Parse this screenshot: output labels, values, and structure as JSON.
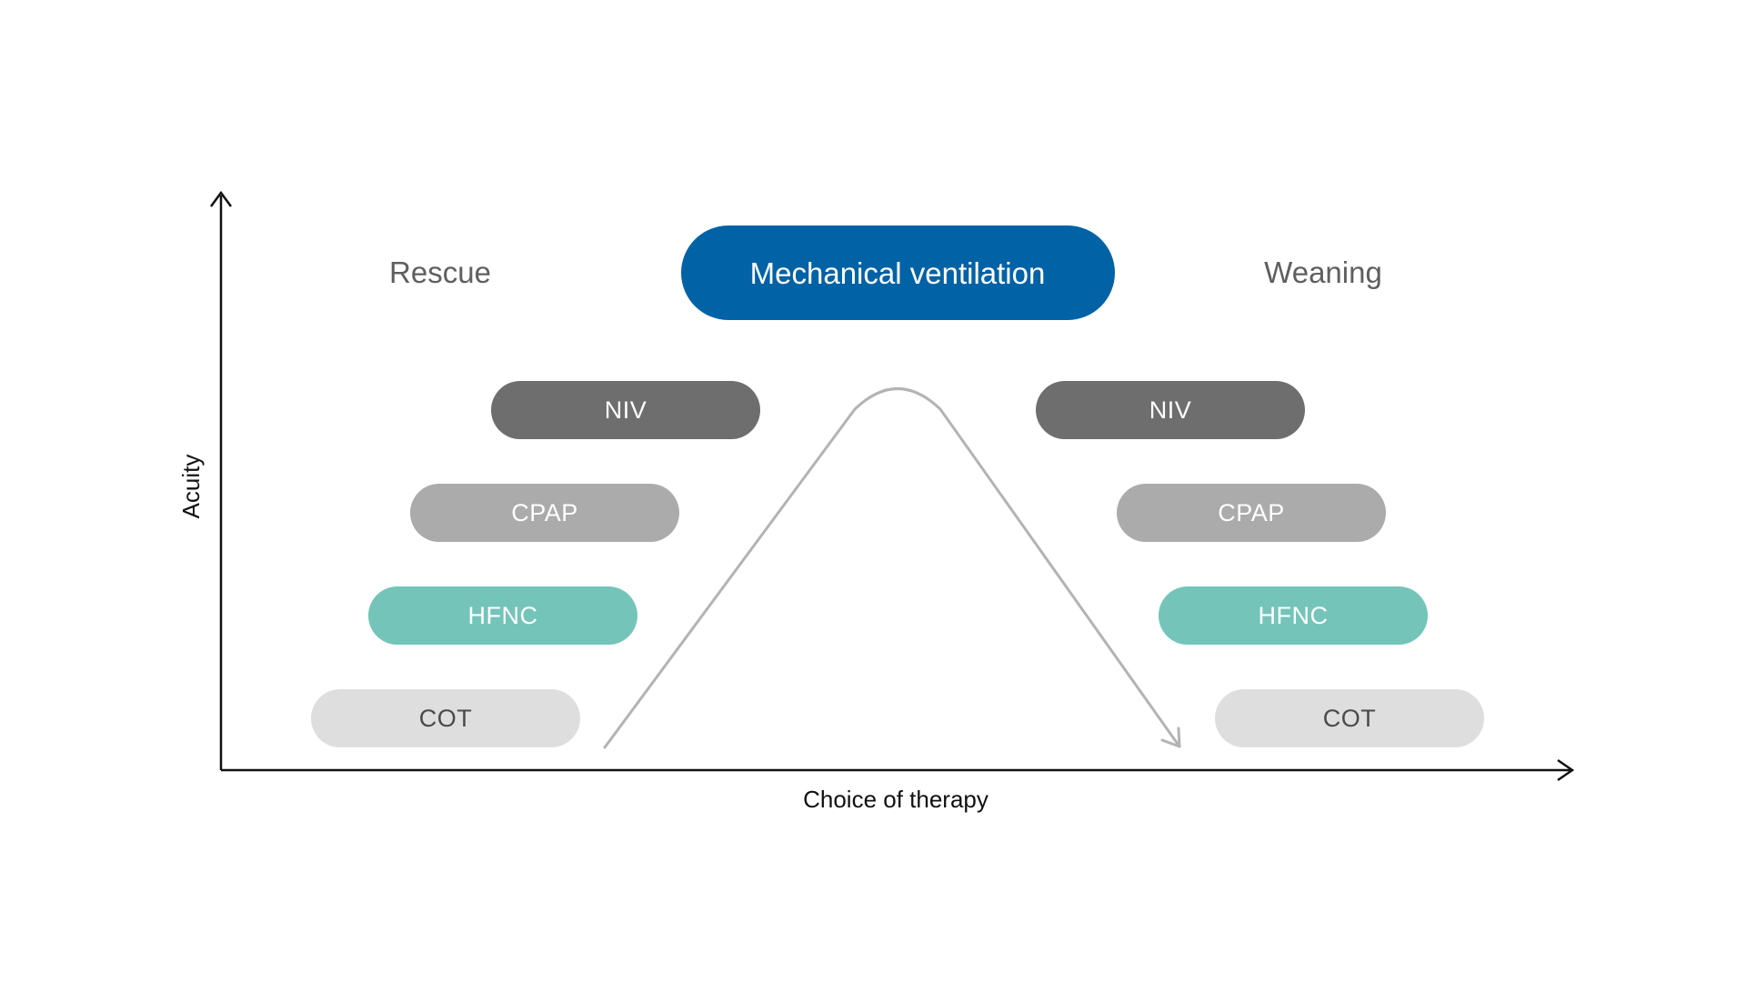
{
  "diagram": {
    "y_axis_label": "Acuity",
    "x_axis_label": "Choice of therapy",
    "top_node": "Mechanical ventilation",
    "phases": {
      "left": "Rescue",
      "right": "Weaning"
    },
    "left_steps": [
      {
        "label": "NIV"
      },
      {
        "label": "CPAP"
      },
      {
        "label": "HFNC"
      },
      {
        "label": "COT"
      }
    ],
    "right_steps": [
      {
        "label": "NIV"
      },
      {
        "label": "CPAP"
      },
      {
        "label": "HFNC"
      },
      {
        "label": "COT"
      }
    ],
    "colors": {
      "NIV": "#6e6e6e",
      "CPAP": "#ababab",
      "HFNC": "#74c4b9",
      "COT": "#dedede",
      "mechanical_ventilation": "#0262a6",
      "dark_text": "#ffffff",
      "light_text": "#4a4a4a",
      "curve": "#b3b3b3",
      "axis": "#111111"
    }
  }
}
